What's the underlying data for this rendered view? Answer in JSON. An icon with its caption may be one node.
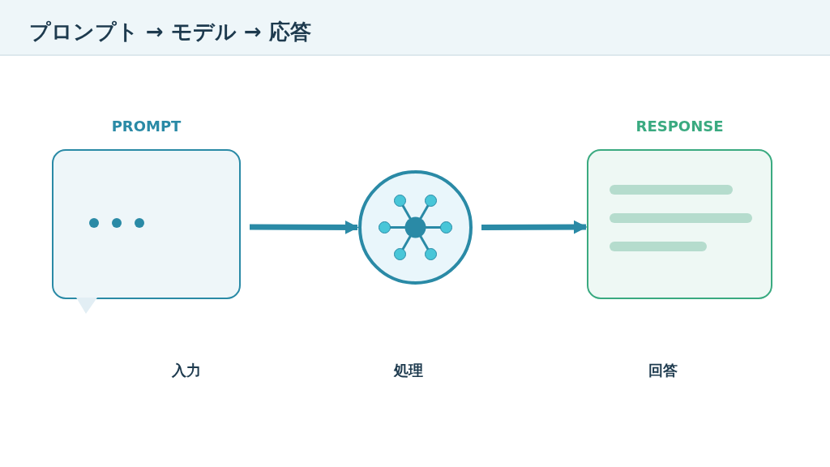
{
  "diagram": {
    "title": "プロンプト → モデル → 応答",
    "nodes": [
      {
        "text": [
          "PROMPT"
        ]
      },
      {
        "text": [],
        "shape": "circle"
      },
      {
        "text": [
          "RESPONSE"
        ]
      }
    ],
    "edges": [
      {
        "from": 0,
        "to": 1,
        "arrow": "to"
      },
      {
        "from": 1,
        "to": 2,
        "arrow": "to"
      }
    ],
    "labels": [
      "入力",
      "処理",
      "回答"
    ]
  }
}
